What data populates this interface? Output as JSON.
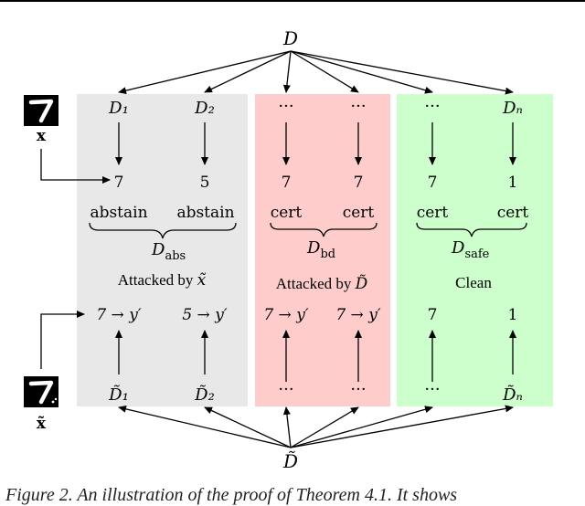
{
  "top": {
    "node": "D"
  },
  "bottom": {
    "node": "D̃"
  },
  "input_clean": {
    "digit": "7",
    "label": "x"
  },
  "input_attacked": {
    "digit": "7",
    "label": "x̃"
  },
  "groups": [
    {
      "key": "abs",
      "color": "#e8e8e8",
      "datasets": [
        "D₁",
        "D₂"
      ],
      "predictions": [
        "7",
        "5"
      ],
      "decisions": [
        "abstain",
        "abstain"
      ],
      "group_label": "D",
      "group_sub": "abs",
      "attack_text": "Attacked by ",
      "attack_sym": "x̃",
      "outputs": [
        "7 → y′",
        "5 → y′"
      ],
      "poisoned": [
        "D̃₁",
        "D̃₂"
      ]
    },
    {
      "key": "bd",
      "color": "#ffcccc",
      "datasets": [
        "···",
        "···"
      ],
      "predictions": [
        "7",
        "7"
      ],
      "decisions": [
        "cert",
        "cert"
      ],
      "group_label": "D",
      "group_sub": "bd",
      "attack_text": "Attacked by ",
      "attack_sym": "D̃",
      "outputs": [
        "7 → y′",
        "7 → y′"
      ],
      "poisoned": [
        "···",
        "···"
      ]
    },
    {
      "key": "safe",
      "color": "#ccffcc",
      "datasets": [
        "···",
        "Dₙ"
      ],
      "predictions": [
        "7",
        "1"
      ],
      "decisions": [
        "cert",
        "cert"
      ],
      "group_label": "D",
      "group_sub": "safe",
      "attack_text": "Clean",
      "attack_sym": "",
      "outputs": [
        "7",
        "1"
      ],
      "poisoned": [
        "···",
        "D̃ₙ"
      ]
    }
  ],
  "caption": "Figure 2. An illustration of the proof of Theorem 4.1. It shows"
}
